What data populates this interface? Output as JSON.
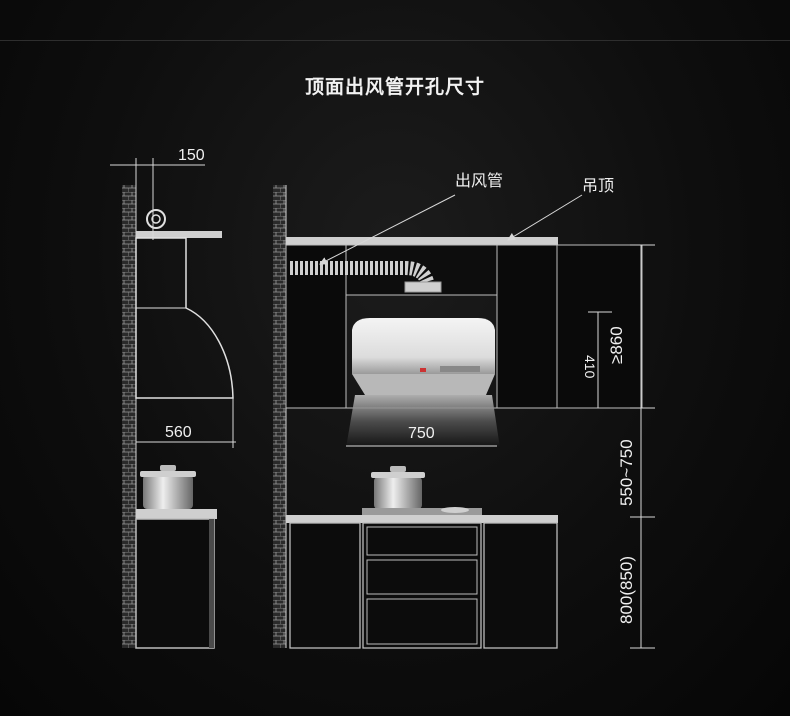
{
  "title": "顶面出风管开孔尺寸",
  "labels": {
    "pipe_width": "150",
    "hood_depth": "560",
    "hood_width": "750",
    "hood_height": "410",
    "cabinet_height": "≥860",
    "hood_to_stove": "550~750",
    "counter_height": "800(850)",
    "exhaust_pipe": "出风管",
    "ceiling": "吊顶"
  },
  "colors": {
    "background": "#0b0b0b",
    "line": "#d8d8d8",
    "brick": "#8a8a8a"
  }
}
